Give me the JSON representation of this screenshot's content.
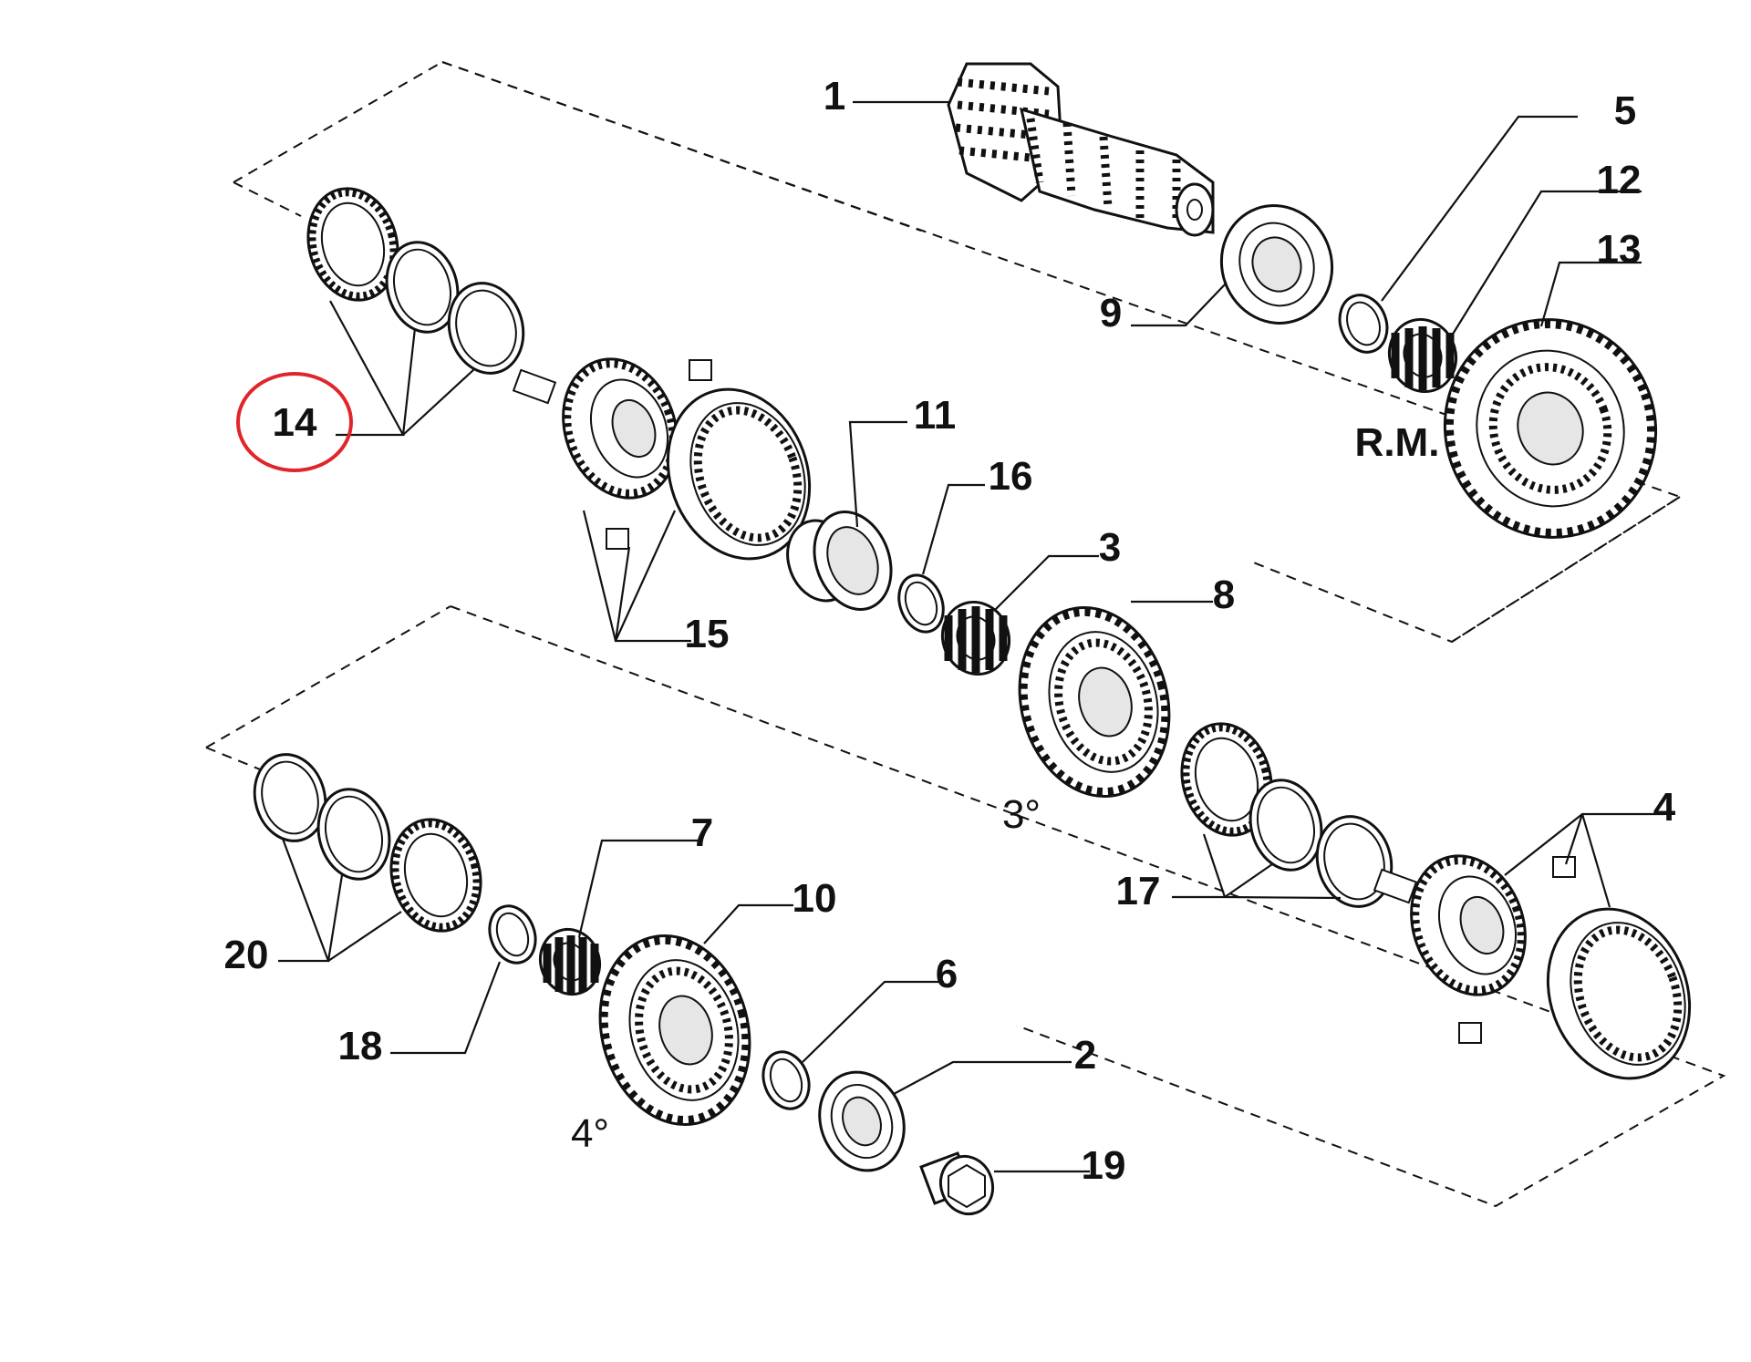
{
  "diagram": {
    "labels": {
      "p1": "1",
      "p2": "2",
      "p3": "3",
      "p4": "4",
      "p5": "5",
      "p6": "6",
      "p7": "7",
      "p8": "8",
      "p9": "9",
      "p10": "10",
      "p11": "11",
      "p12": "12",
      "p13": "13",
      "p14": "14",
      "p15": "15",
      "p16": "16",
      "p17": "17",
      "p18": "18",
      "p19": "19",
      "p20": "20"
    },
    "gear_labels": {
      "reverse": "R.M.",
      "third": "3°",
      "fourth": "4°"
    },
    "highlight_color": "#e0252b",
    "highlighted_label": "14"
  }
}
